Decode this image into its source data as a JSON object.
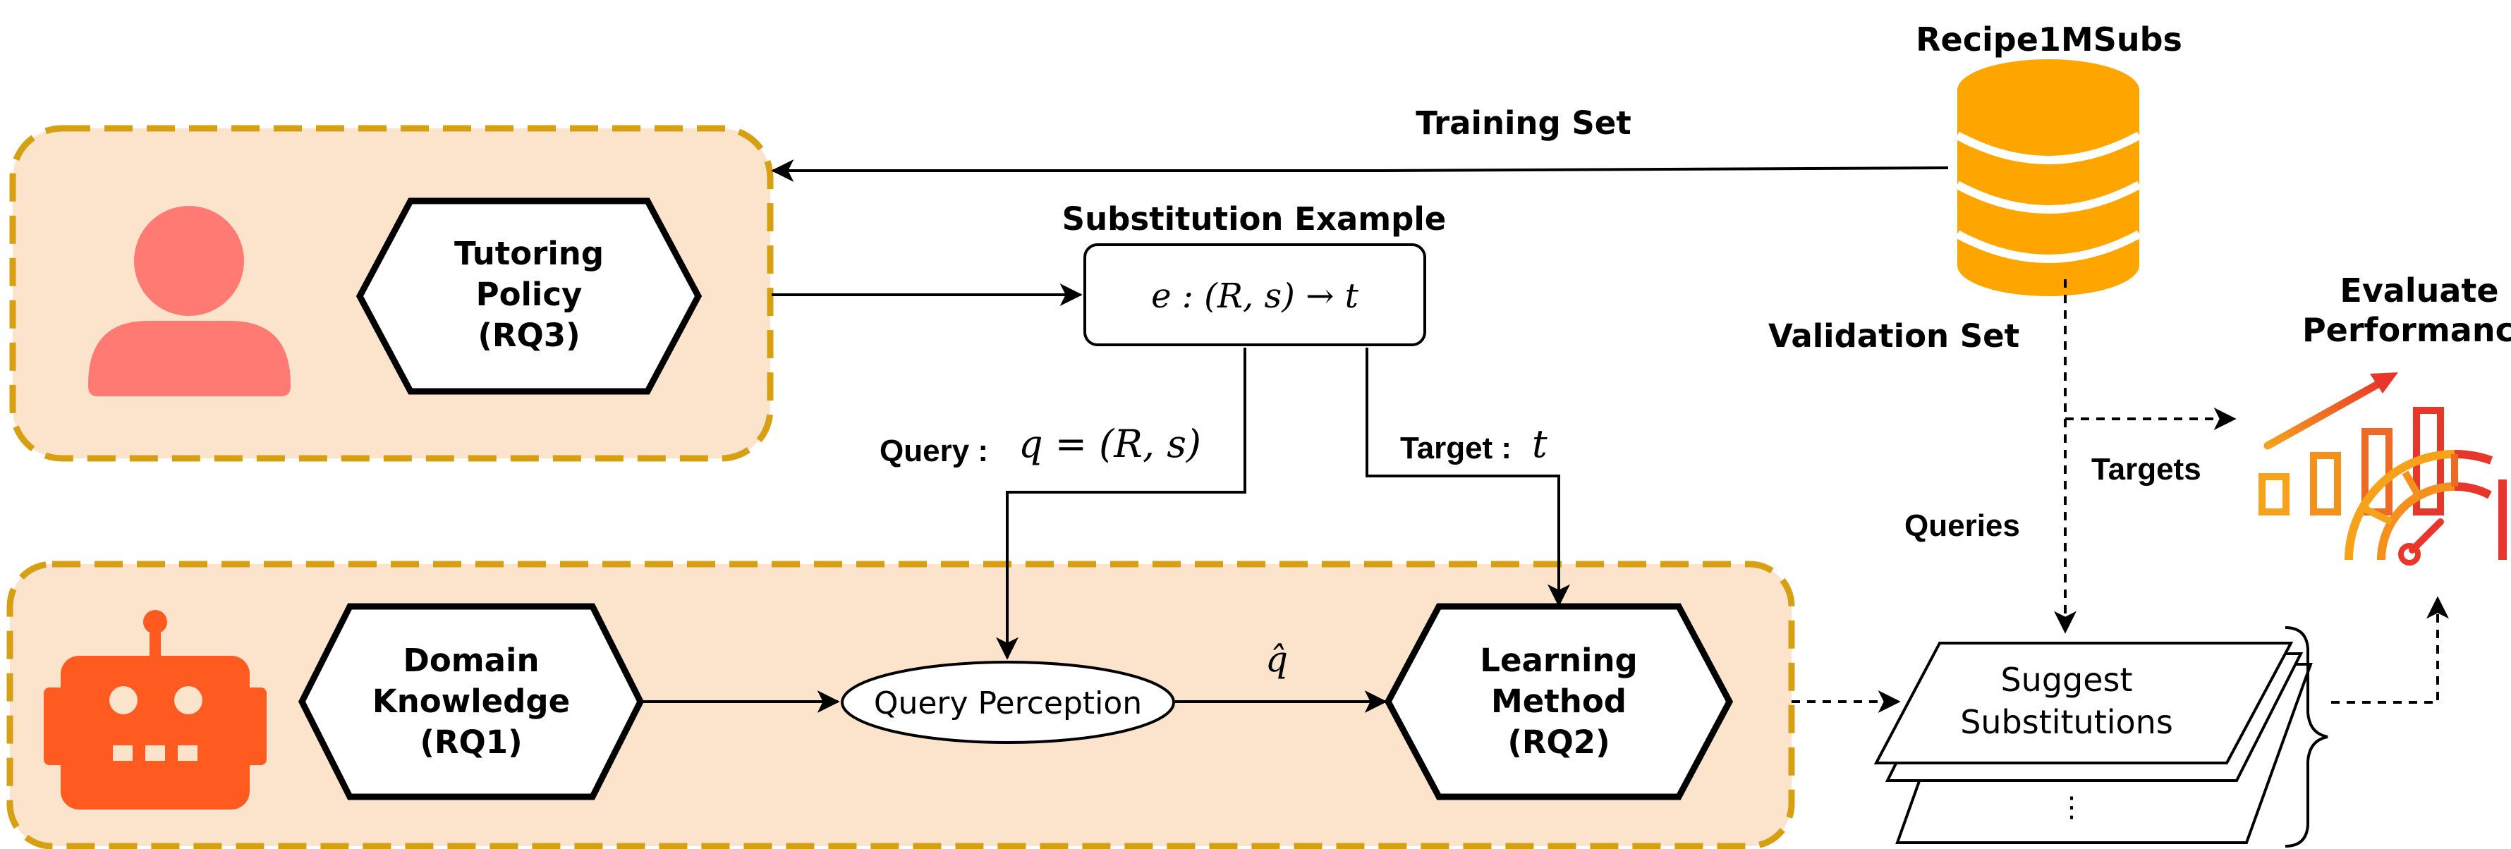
{
  "dataset": {
    "title": "Recipe1MSubs"
  },
  "arrows": {
    "training_set": "Training Set",
    "validation_set": "Validation Set",
    "targets": "Targets",
    "queries": "Queries",
    "query_label": "Query :",
    "query_formula": "q = (R, s)",
    "target_label": "Target :",
    "target_formula": "t",
    "q_hat": "q̂"
  },
  "substitution_example": {
    "title": "Substitution Example",
    "formula": "e : (R, s) → t"
  },
  "tutoring_policy": {
    "line1": "Tutoring",
    "line2": "Policy",
    "line3": "(RQ3)"
  },
  "domain_knowledge": {
    "line1": "Domain",
    "line2": "Knowledge",
    "line3": "(RQ1)"
  },
  "learning_method": {
    "line1": "Learning",
    "line2": "Method",
    "line3": "(RQ2)"
  },
  "query_perception": {
    "label": "Query Perception"
  },
  "suggest": {
    "line1": "Suggest",
    "line2": "Substitutions",
    "dots": "⋮"
  },
  "evaluate": {
    "line1": "Evaluate",
    "line2": "Performance"
  },
  "colors": {
    "panel_fill": "#fbe3cc",
    "panel_border": "#d6a012",
    "person": "#ff7a72",
    "robot": "#ff5a1f",
    "database": "#ffa500",
    "eval_red": "#e8362b",
    "eval_orange": "#f7a21b"
  }
}
